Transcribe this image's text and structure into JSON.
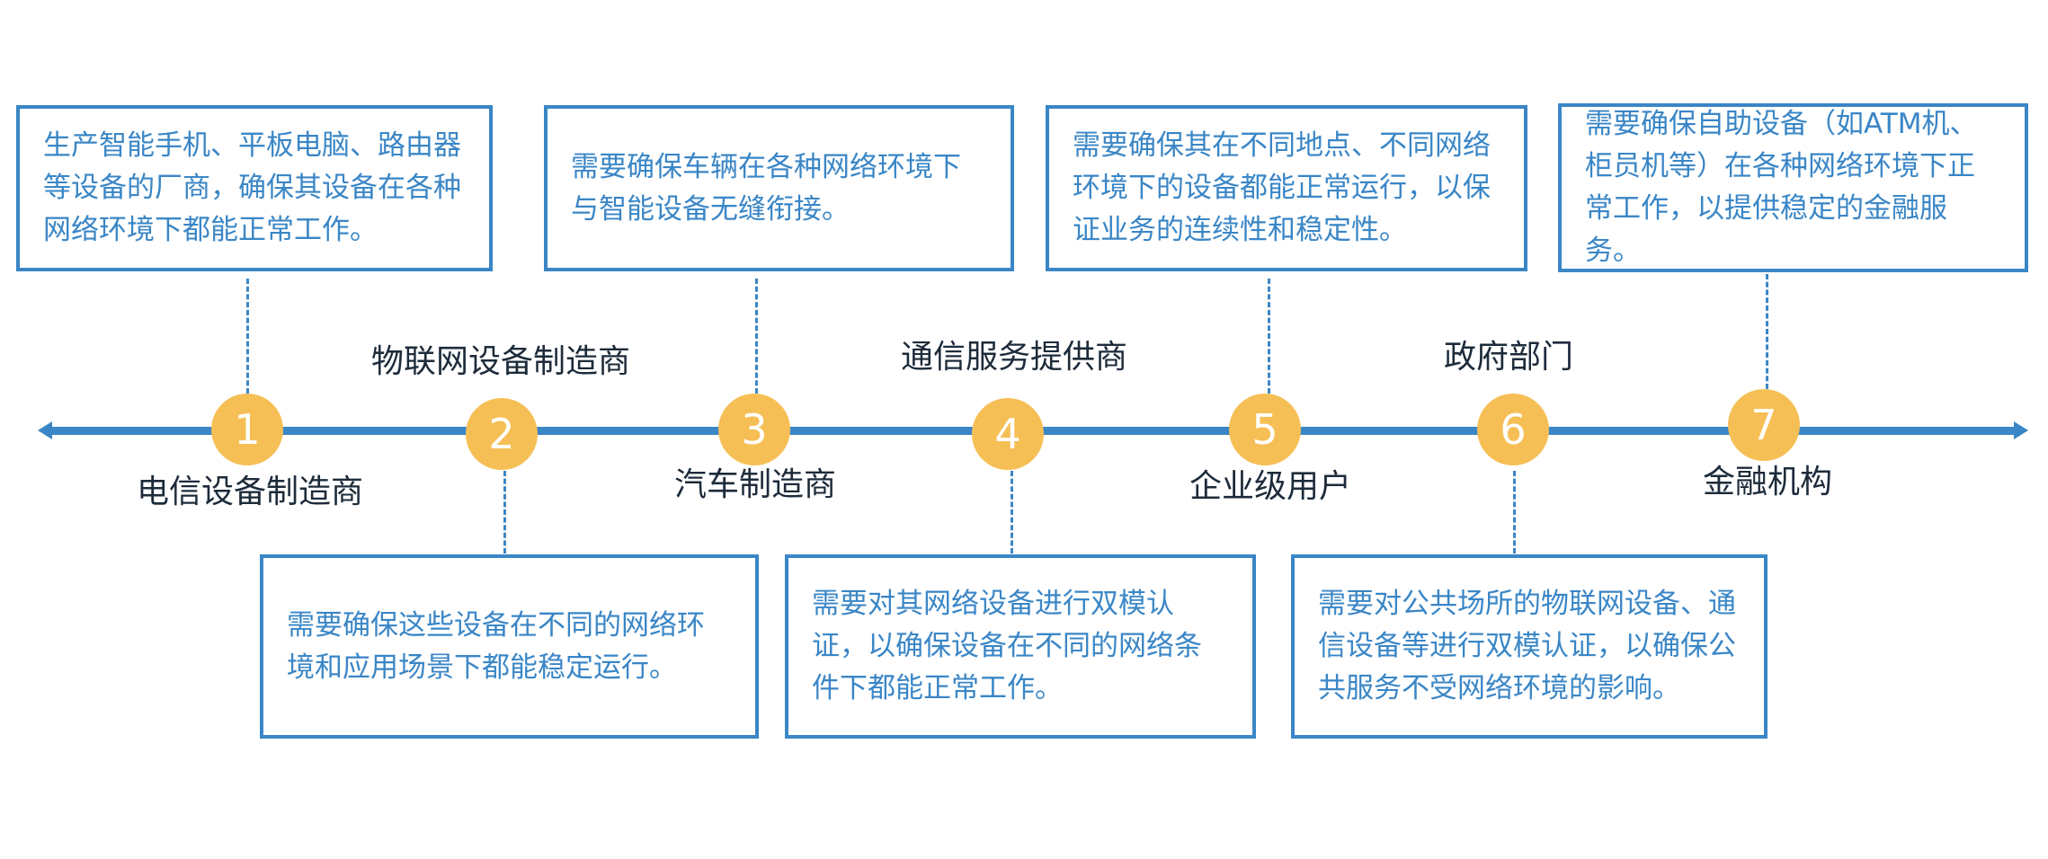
{
  "stages": [
    {
      "number": "1",
      "name": "电信设备制造商",
      "description": "生产智能手机、平板电脑、路由器等设备的厂商，确保其设备在各种网络环境下都能正常工作。"
    },
    {
      "number": "2",
      "name": "物联网设备制造商",
      "description": "需要确保这些设备在不同的网络环境和应用场景下都能稳定运行。"
    },
    {
      "number": "3",
      "name": "汽车制造商",
      "description": "需要确保车辆在各种网络环境下与智能设备无缝衔接。"
    },
    {
      "number": "4",
      "name": "通信服务提供商",
      "description": "需要对其网络设备进行双模认证，以确保设备在不同的网络条件下都能正常工作。"
    },
    {
      "number": "5",
      "name": "企业级用户",
      "description": "需要确保其在不同地点、不同网络环境下的设备都能正常运行，以保证业务的连续性和稳定性。"
    },
    {
      "number": "6",
      "name": "政府部门",
      "description": "需要对公共场所的物联网设备、通信设备等进行双模认证，以确保公共服务不受网络环境的影响。"
    },
    {
      "number": "7",
      "name": "金融机构",
      "description": "需要确保自助设备（如ATM机、柜员机等）在各种网络环境下正常工作，以提供稳定的金融服务。"
    }
  ],
  "colors": {
    "axis": "#3a86c6",
    "node": "#f6bf55",
    "box_border": "#3a86c6",
    "box_text": "#3a86c6",
    "label_text": "#1d2b3a"
  }
}
